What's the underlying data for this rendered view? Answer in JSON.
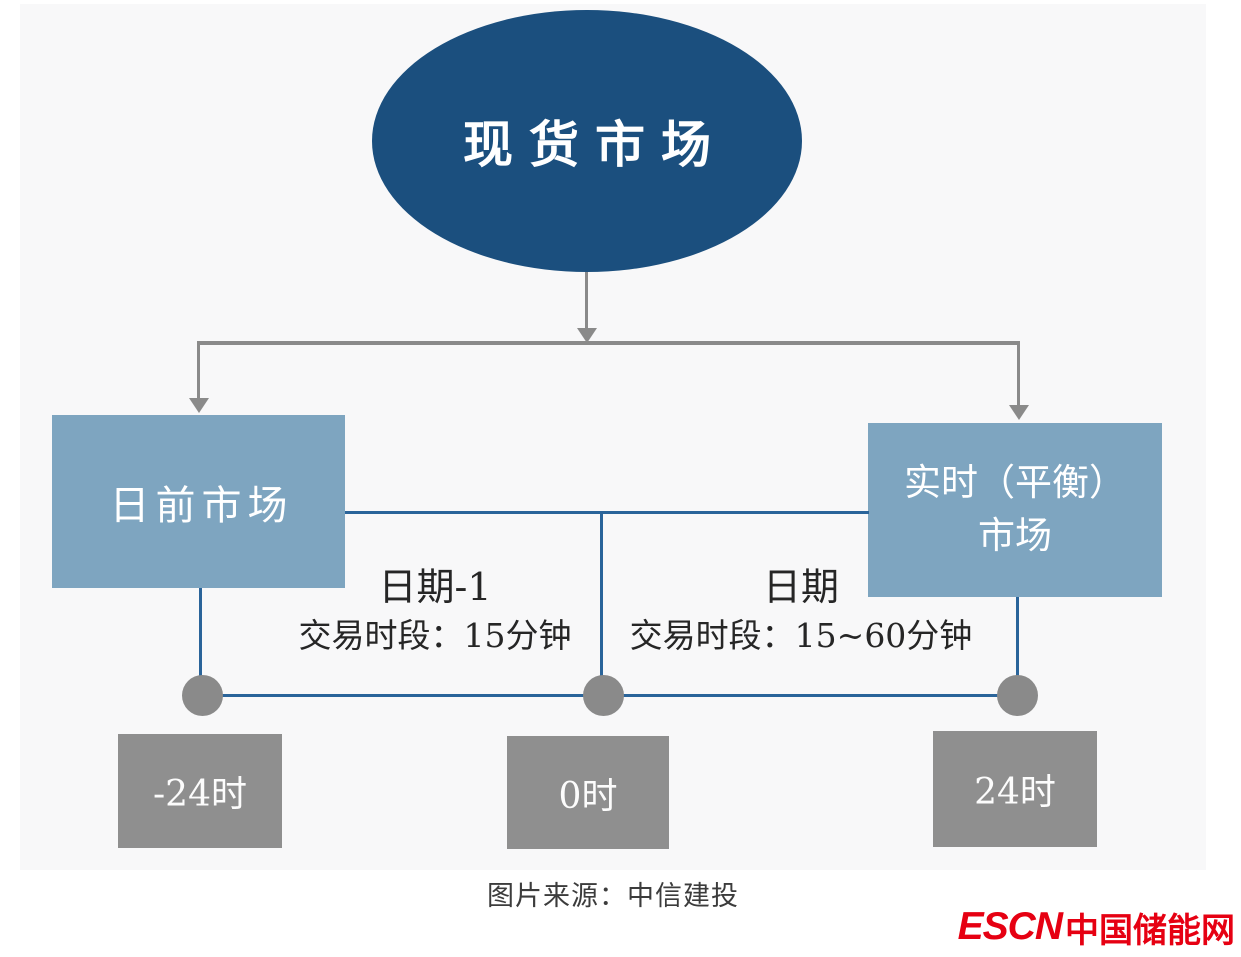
{
  "diagram": {
    "root_label": "现货市场",
    "day_ahead_label": "日前市场",
    "realtime_label": "实时（平衡）\n市场",
    "segments": [
      {
        "title": "日期-1",
        "subtitle": "交易时段：15分钟"
      },
      {
        "title": "日期",
        "subtitle": "交易时段：15~60分钟"
      }
    ],
    "timeline": [
      {
        "label": "-24时"
      },
      {
        "label": "0时"
      },
      {
        "label": "24时"
      }
    ],
    "colors": {
      "root_fill": "#1b4f7e",
      "market_fill": "#7ea5c0",
      "time_fill": "#8f8f8f",
      "line_blue": "#2a649a",
      "line_gray": "#8a8a8a",
      "panel_bg": "#f8f8f9"
    }
  },
  "caption": "图片来源：中信建投",
  "logo": {
    "latin": "ESCN",
    "cjk": "中国储能网",
    "color": "#e60012"
  }
}
